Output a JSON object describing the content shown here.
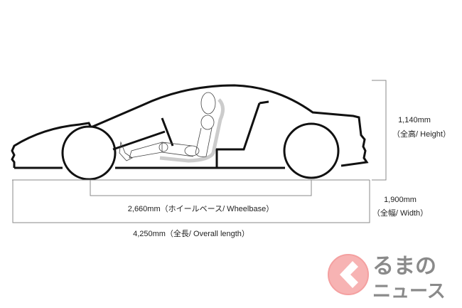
{
  "dimensions": {
    "height": {
      "value": "1,140mm",
      "caption": "（全高/ Height）"
    },
    "width": {
      "value": "1,900mm",
      "caption": "（全幅/ Width）"
    },
    "wheelbase": {
      "label": "2,660mm（ホイールベース/ Wheelbase）"
    },
    "overall_length": {
      "label": "4,250mm（全長/ Overall length）"
    }
  },
  "logo": {
    "line1": "るまの",
    "line2": "ニュース",
    "full": "くるまのニュース",
    "accent": "#f4a0a0"
  }
}
